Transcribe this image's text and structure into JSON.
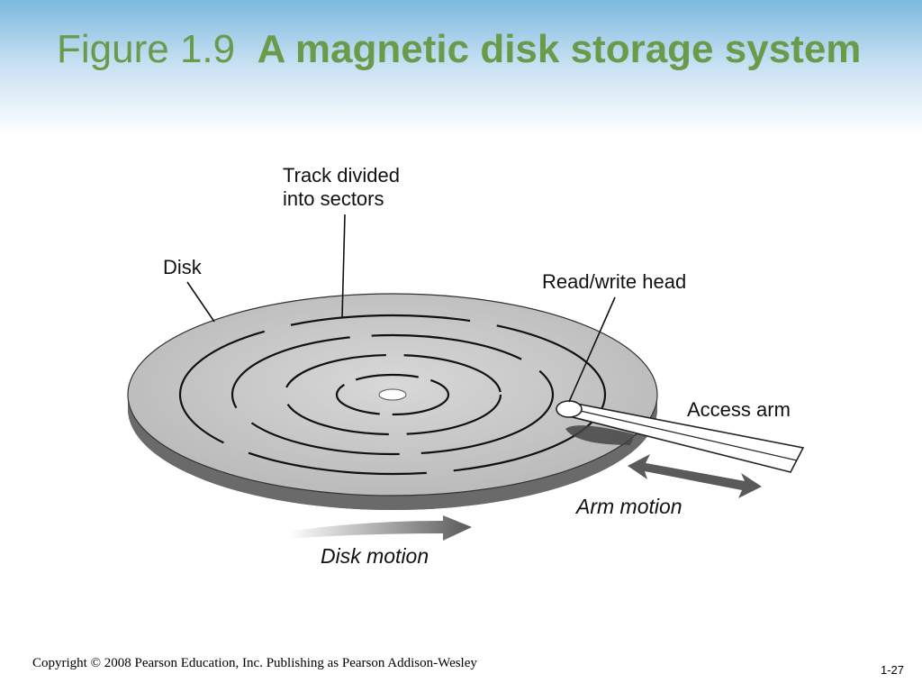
{
  "slide": {
    "title_prefix": "Figure 1.9",
    "title_main": "A magnetic disk storage system",
    "footer": "Copyright © 2008 Pearson Education, Inc. Publishing as Pearson Addison-Wesley",
    "page_number": "1-27"
  },
  "diagram": {
    "labels": {
      "track_line1": "Track divided",
      "track_line2": "into sectors",
      "disk": "Disk",
      "read_write_head": "Read/write head",
      "access_arm": "Access arm",
      "arm_motion": "Arm motion",
      "disk_motion": "Disk motion"
    }
  },
  "colors": {
    "title": "#6a9a4a",
    "disk_top": "#c9c9c9",
    "disk_edge": "#6e6e6e",
    "arrow": "#5a5a5a"
  }
}
